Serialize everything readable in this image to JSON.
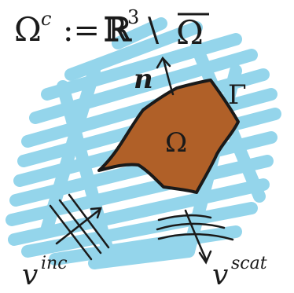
{
  "title": {
    "complement": "Ω",
    "complement_sup": "c",
    "assign": ":=",
    "space": "ℝ",
    "space_sup": "3",
    "setminus": "\\",
    "closure": "Ω"
  },
  "labels": {
    "normal": "n",
    "boundary": "Γ",
    "domain": "Ω",
    "incident": "v",
    "incident_sup": "inc",
    "scattered": "v",
    "scattered_sup": "scat"
  },
  "colors": {
    "background_scribble": "#8fd3ea",
    "obstacle_fill": "#b06028",
    "ink": "#1a1a1a"
  }
}
